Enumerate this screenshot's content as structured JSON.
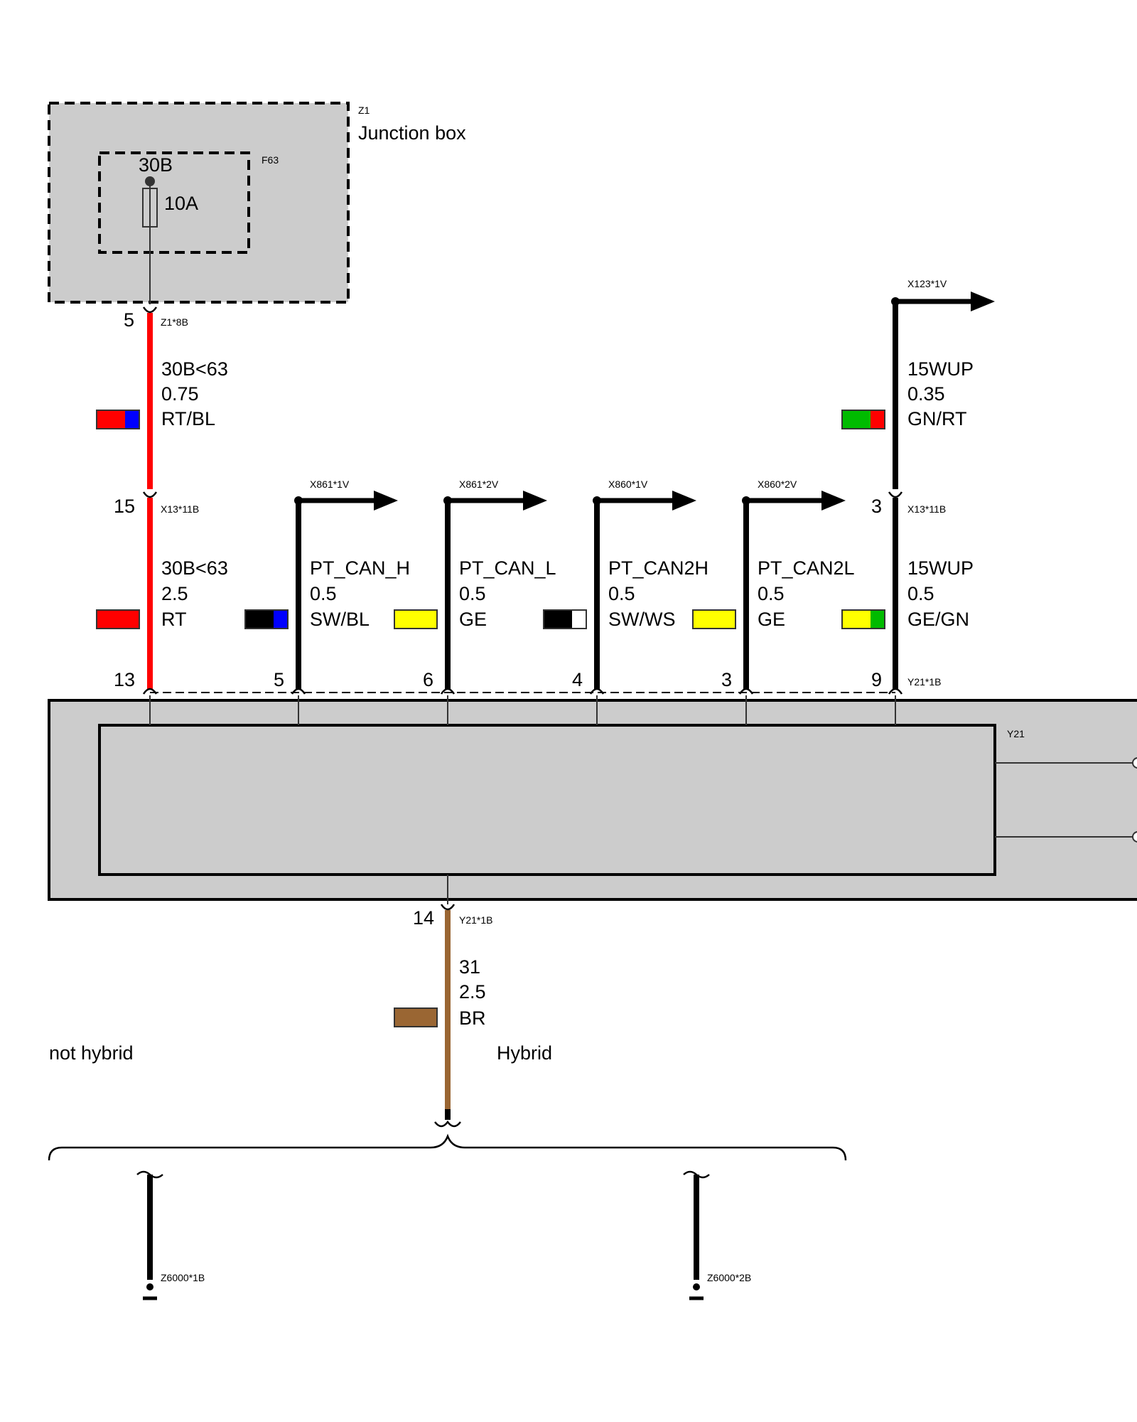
{
  "junction_box": {
    "id": "Z1",
    "title": "Junction box",
    "fuse": {
      "id": "F63",
      "terminal": "30B",
      "rating": "10A"
    }
  },
  "ecu": {
    "id": "Y21"
  },
  "colors": {
    "RT": "#ff0000",
    "BL": "#0000ff",
    "GN": "#00bb00",
    "GE": "#ffff00",
    "SW": "#000000",
    "WS": "#ffffff",
    "BR": "#9a6633",
    "box_fill": "#cccccc"
  },
  "wires": [
    {
      "key": "w30b_top",
      "pin_top": "5",
      "conn_top": "Z1*8B",
      "signal": "30B<63",
      "gauge": "0.75",
      "code": "RT/BL",
      "colors": [
        "RT",
        "BL"
      ]
    },
    {
      "key": "w30b_bot",
      "pin_top": "15",
      "conn_top": "X13*11B",
      "signal": "30B<63",
      "gauge": "2.5",
      "code": "RT",
      "colors": [
        "RT"
      ],
      "pin_bottom": "13"
    },
    {
      "key": "pt_can_h",
      "dest": "X861*1V",
      "signal": "PT_CAN_H",
      "gauge": "0.5",
      "code": "SW/BL",
      "colors": [
        "SW",
        "BL"
      ],
      "pin_bottom": "5"
    },
    {
      "key": "pt_can_l",
      "dest": "X861*2V",
      "signal": "PT_CAN_L",
      "gauge": "0.5",
      "code": "GE",
      "colors": [
        "GE"
      ],
      "pin_bottom": "6"
    },
    {
      "key": "pt_can2h",
      "dest": "X860*1V",
      "signal": "PT_CAN2H",
      "gauge": "0.5",
      "code": "SW/WS",
      "colors": [
        "SW",
        "WS"
      ],
      "pin_bottom": "4"
    },
    {
      "key": "pt_can2l",
      "dest": "X860*2V",
      "signal": "PT_CAN2L",
      "gauge": "0.5",
      "code": "GE",
      "colors": [
        "GE"
      ],
      "pin_bottom": "3"
    },
    {
      "key": "w15wup_top",
      "dest": "X123*1V",
      "signal": "15WUP",
      "gauge": "0.35",
      "code": "GN/RT",
      "colors": [
        "GN",
        "RT"
      ]
    },
    {
      "key": "w15wup_bot",
      "pin_top": "3",
      "conn_top": "X13*11B",
      "signal": "15WUP",
      "gauge": "0.5",
      "code": "GE/GN",
      "colors": [
        "GE",
        "GN"
      ],
      "pin_bottom": "9",
      "conn_bottom": "Y21*1B"
    },
    {
      "key": "ground",
      "pin_top": "14",
      "conn_top": "Y21*1B",
      "signal": "31",
      "gauge": "2.5",
      "code": "BR",
      "colors": [
        "BR"
      ]
    }
  ],
  "variants": {
    "left_label": "not hybrid",
    "right_label": "Hybrid",
    "left_ground": "Z6000*1B",
    "right_ground": "Z6000*2B"
  }
}
